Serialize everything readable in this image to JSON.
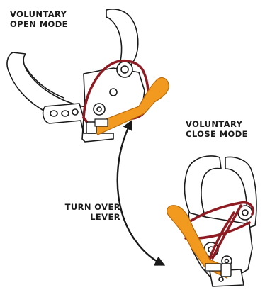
{
  "labels": {
    "open_mode": [
      "VOLUNTARY",
      "OPEN MODE"
    ],
    "close_mode": [
      "VOLUNTARY",
      "CLOSE MODE"
    ],
    "turn_over": [
      "TURN OVER",
      "LEVER"
    ]
  },
  "colors": {
    "outline": "#1a1a1a",
    "cable": "#8e1b22",
    "lever": "#f29a1f",
    "lever_edge": "#b96a0a",
    "body_fill": "#ffffff"
  },
  "icons": [
    "curved-double-arrow-icon"
  ]
}
